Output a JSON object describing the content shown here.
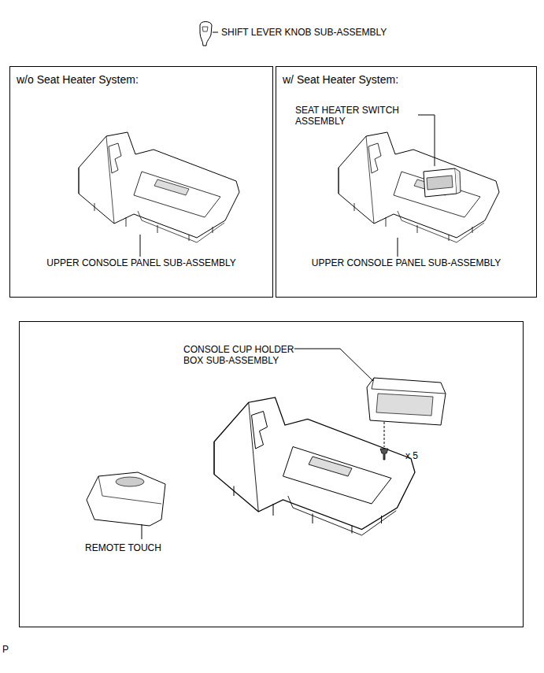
{
  "diagram": {
    "nodes": [
      {
        "text": [
          "w/o Seat Heater System:",
          "UPPER CONSOLE PANEL SUB-ASSEMBLY"
        ]
      },
      {
        "text": [
          "w/ Seat Heater System:",
          "SEAT HEATER SWITCH ASSEMBLY",
          "UPPER CONSOLE PANEL SUB-ASSEMBLY"
        ]
      },
      {
        "text": [
          "CONSOLE CUP HOLDER BOX SUB-ASSEMBLY",
          "x 5",
          "REMOTE TOUCH"
        ]
      }
    ],
    "labels": [
      "SHIFT LEVER KNOB SUB-ASSEMBLY",
      "P"
    ]
  }
}
